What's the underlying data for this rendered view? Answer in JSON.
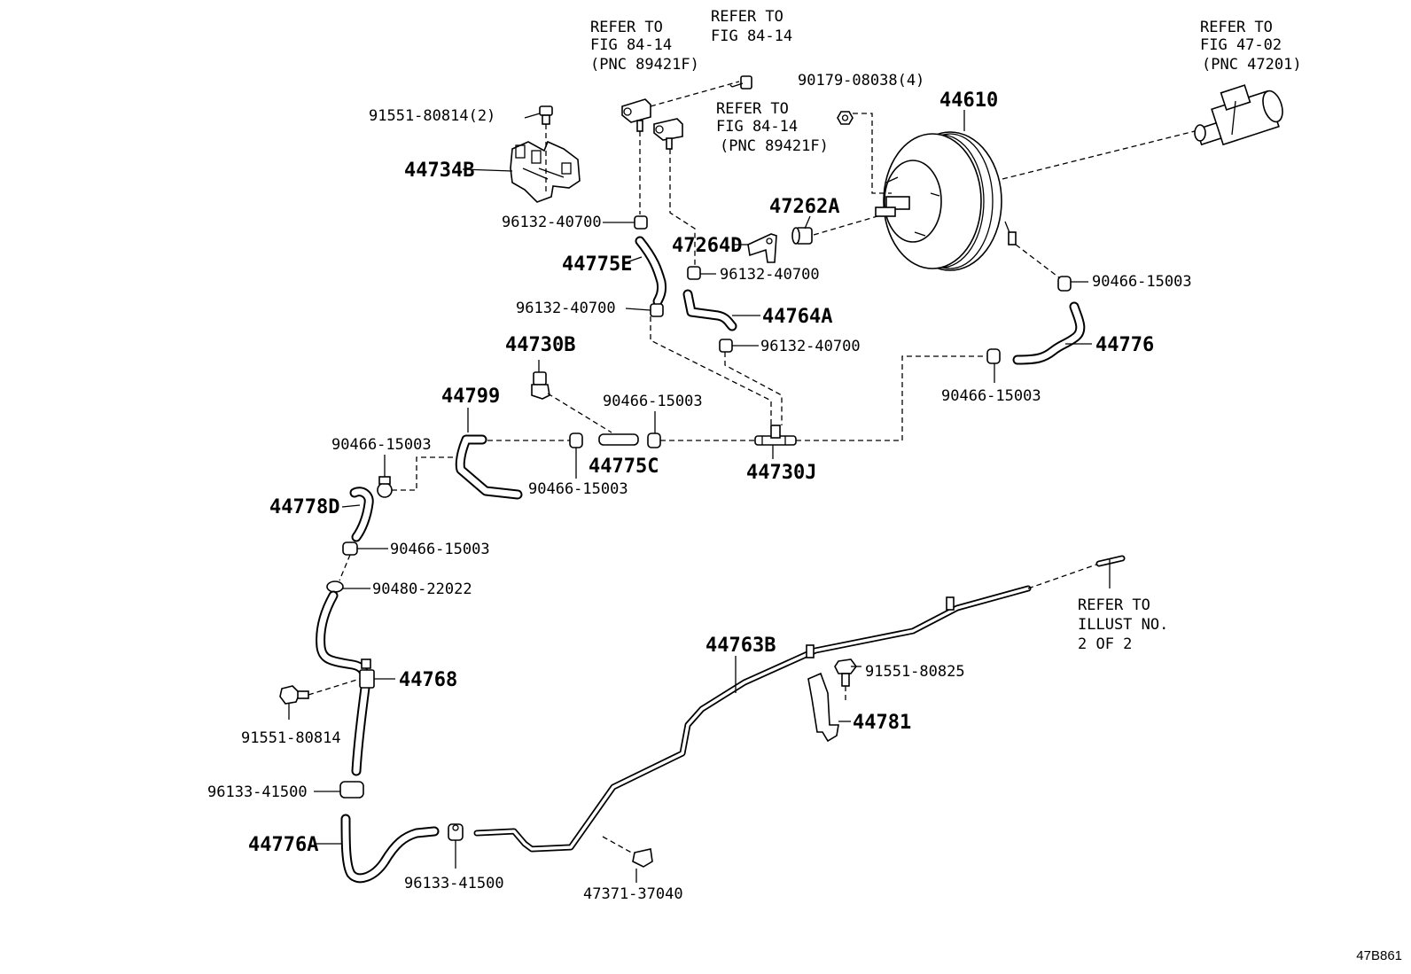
{
  "figure_code": "47B861",
  "parts": {
    "p44610": "44610",
    "p44734B": "44734B",
    "p91551_80814_2": "91551-80814(2)",
    "p96132_40700_a": "96132-40700",
    "p96132_40700_b": "96132-40700",
    "p96132_40700_c": "96132-40700",
    "p96132_40700_d": "96132-40700",
    "p44775E": "44775E",
    "p47264D": "47264D",
    "p47262A": "47262A",
    "p90179": "90179-08038(4)",
    "p44764A": "44764A",
    "p44730B": "44730B",
    "p44799": "44799",
    "p90466_15003_a": "90466-15003",
    "p90466_15003_b": "90466-15003",
    "p90466_15003_c": "90466-15003",
    "p90466_15003_d": "90466-15003",
    "p90466_15003_e": "90466-15003",
    "p90466_15003_f": "90466-15003",
    "p44775C": "44775C",
    "p44730J": "44730J",
    "p44776": "44776",
    "p44778D": "44778D",
    "p90480_22022": "90480-22022",
    "p44768": "44768",
    "p91551_80814": "91551-80814",
    "p96133_41500_a": "96133-41500",
    "p96133_41500_b": "96133-41500",
    "p44776A": "44776A",
    "p47371_37040": "47371-37040",
    "p44763B": "44763B",
    "p91551_80825": "91551-80825",
    "p44781": "44781"
  },
  "refs": {
    "r1": {
      "l1": "REFER TO",
      "l2": "FIG 84-14",
      "l3": "(PNC 89421F)"
    },
    "r2": {
      "l1": "REFER TO",
      "l2": "FIG 84-14"
    },
    "r3": {
      "l1": "REFER TO",
      "l2": "FIG 84-14",
      "l3": "(PNC 89421F)"
    },
    "r4": {
      "l1": "REFER TO",
      "l2": "FIG 47-02",
      "l3": "(PNC 47201)"
    },
    "r5": {
      "l1": "REFER TO",
      "l2": "ILLUST NO.",
      "l3": "2 OF 2"
    }
  }
}
